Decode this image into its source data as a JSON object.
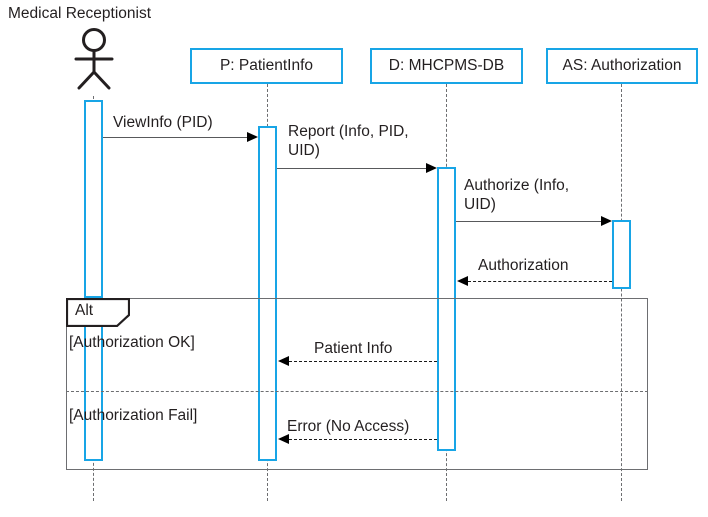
{
  "diagram": {
    "type": "uml-sequence-diagram",
    "title": "Medical Receptionist patient info authorization sequence",
    "colors": {
      "lifeline_box_border": "#18a5e6",
      "activation_border": "#18a5e6",
      "message_line": "#58595b",
      "fragment_border": "#6d6e71",
      "text": "#231f20",
      "background": "#ffffff"
    }
  },
  "actor": {
    "name": "Medical Receptionist",
    "icon": "stick-figure-actor-icon"
  },
  "participants": [
    {
      "id": "actor",
      "label": "Medical Receptionist",
      "kind": "actor"
    },
    {
      "id": "p",
      "label": "P: PatientInfo",
      "kind": "object"
    },
    {
      "id": "d",
      "label": "D: MHCPMS-DB",
      "kind": "object"
    },
    {
      "id": "as",
      "label": "AS: Authorization",
      "kind": "object"
    }
  ],
  "messages": [
    {
      "index": 1,
      "label": "ViewInfo (PID)",
      "from": "actor",
      "to": "p",
      "style": "solid",
      "direction": "right"
    },
    {
      "index": 2,
      "label": "Report (Info, PID,\nUID)",
      "from": "p",
      "to": "d",
      "style": "solid",
      "direction": "right"
    },
    {
      "index": 3,
      "label": "Authorize (Info,\nUID)",
      "from": "d",
      "to": "as",
      "style": "solid",
      "direction": "right"
    },
    {
      "index": 4,
      "label": "Authorization",
      "from": "as",
      "to": "d",
      "style": "dashed",
      "direction": "left"
    },
    {
      "index": 5,
      "label": "Patient Info",
      "from": "d",
      "to": "p",
      "style": "dashed",
      "direction": "left"
    },
    {
      "index": 6,
      "label": "Error (No Access)",
      "from": "d",
      "to": "p",
      "style": "dashed",
      "direction": "left"
    }
  ],
  "fragment": {
    "operator": "Alt",
    "operands": [
      {
        "guard": "[Authorization OK]"
      },
      {
        "guard": "[Authorization Fail]"
      }
    ]
  },
  "labels": {
    "msg1": "ViewInfo (PID)",
    "msg2_line1": "Report (Info, PID,",
    "msg2_line2": "UID)",
    "msg3_line1": "Authorize (Info,",
    "msg3_line2": "UID)",
    "msg4": "Authorization",
    "msg5": "Patient Info",
    "msg6": "Error (No Access)",
    "alt": "Alt",
    "guard1": "[Authorization OK]",
    "guard2": "[Authorization Fail]",
    "box_p": "P: PatientInfo",
    "box_d": "D: MHCPMS-DB",
    "box_as": "AS: Authorization",
    "actor": "Medical Receptionist"
  }
}
